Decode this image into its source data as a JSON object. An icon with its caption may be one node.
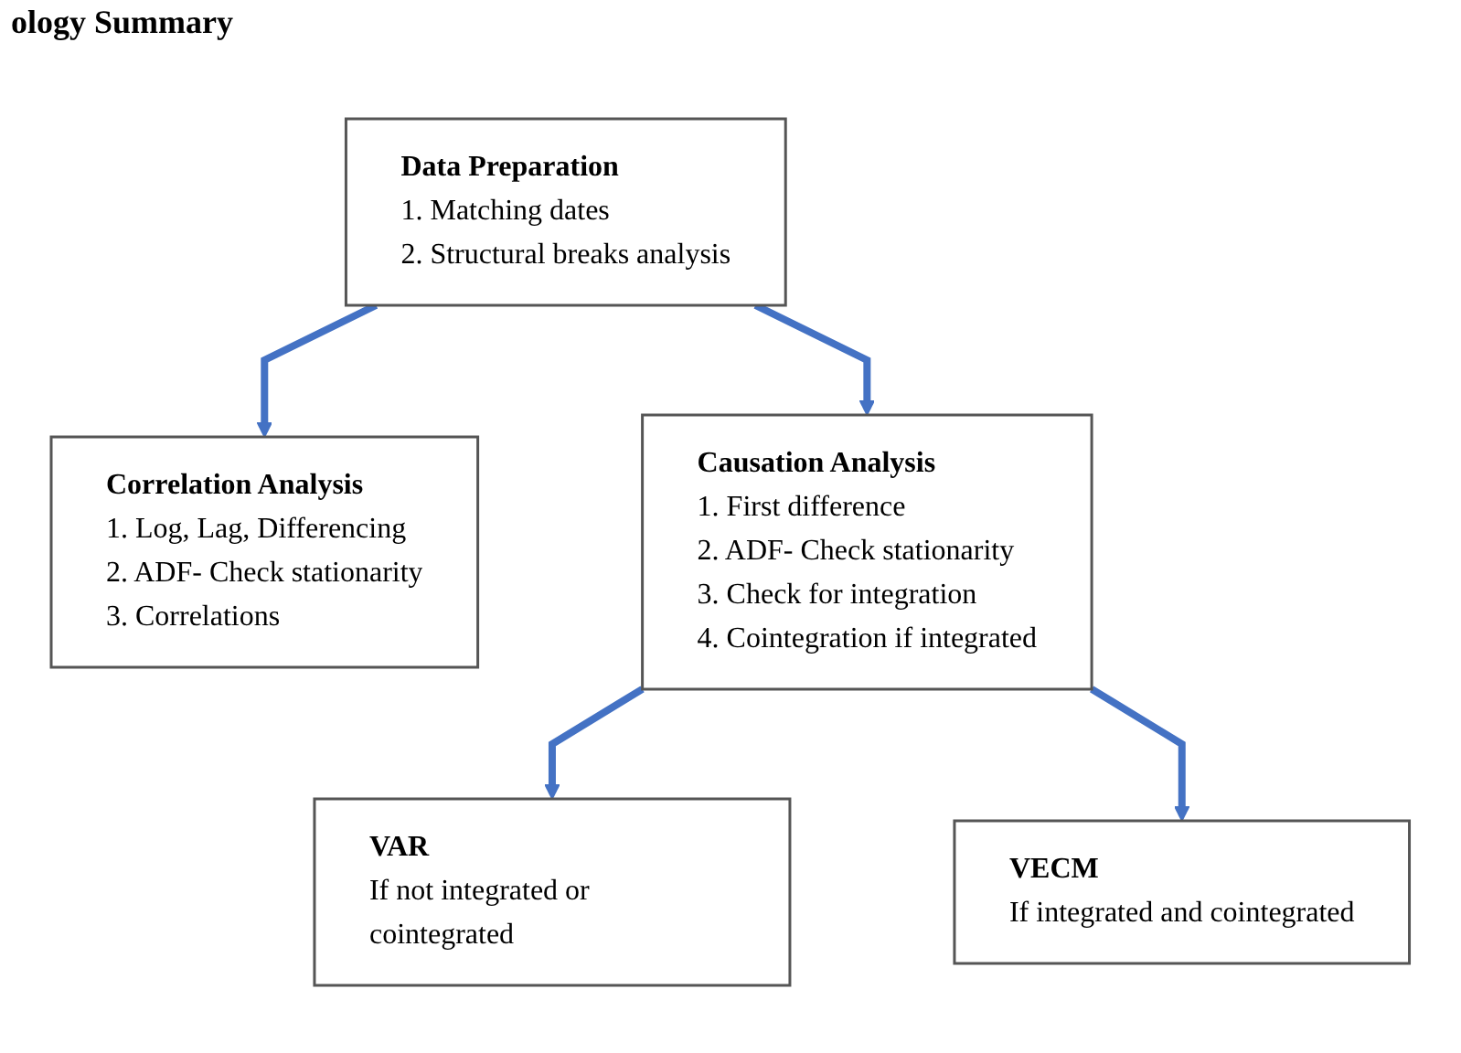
{
  "diagram": {
    "title": "ology Summary",
    "nodes": [
      {
        "text": [
          "Data Preparation",
          "1. Matching dates",
          "2. Structural breaks analysis"
        ]
      },
      {
        "text": [
          "Correlation Analysis",
          "1. Log, Lag, Differencing",
          "2. ADF- Check stationarity",
          "3. Correlations"
        ]
      },
      {
        "text": [
          "Causation Analysis",
          "1. First difference",
          "2. ADF- Check stationarity",
          "3. Check for integration",
          "4. Cointegration if integrated"
        ]
      },
      {
        "text": [
          "VAR",
          "If not integrated or cointegrated"
        ]
      },
      {
        "text": [
          "VECM",
          "If integrated and cointegrated"
        ]
      }
    ],
    "edges": [
      {
        "from": 0,
        "to": 1,
        "arrow": "to"
      },
      {
        "from": 0,
        "to": 2,
        "arrow": "to"
      },
      {
        "from": 2,
        "to": 3,
        "arrow": "to"
      },
      {
        "from": 2,
        "to": 4,
        "arrow": "to"
      }
    ]
  }
}
